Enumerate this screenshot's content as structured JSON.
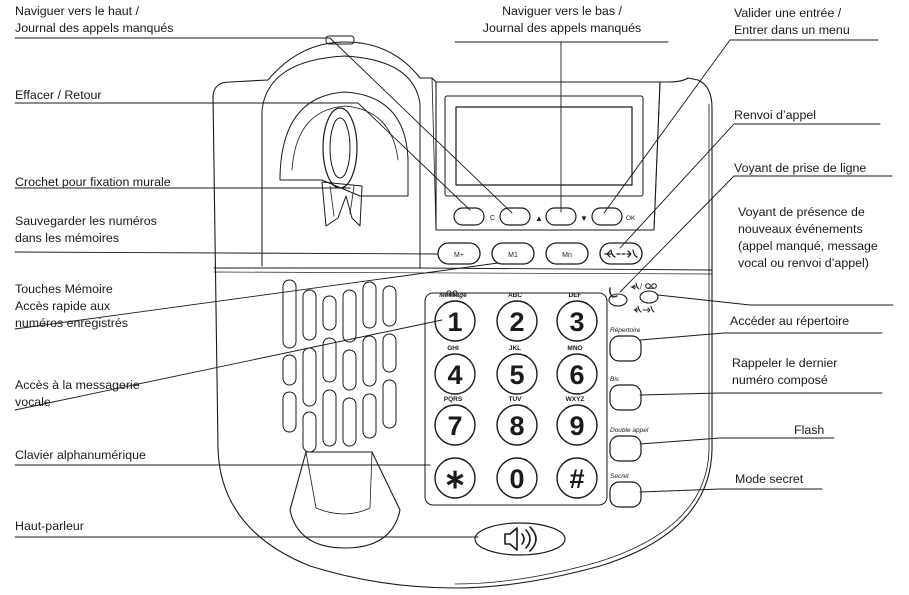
{
  "labels": {
    "nav_up": "Naviguer vers le haut /\nJournal des appels manqués",
    "nav_down": "Naviguer vers le bas /\nJournal des appels manqués",
    "validate": "Valider une entrée /\nEntrer dans un menu",
    "clear_back": "Effacer / Retour",
    "call_forward": "Renvoi d’appel",
    "wall_hook": "Crochet pour fixation murale",
    "line_led": "Voyant de prise de ligne",
    "save_memories": "Sauvegarder les numéros\ndans les mémoires",
    "events_led": "Voyant de présence de\nnouveaux événements\n(appel manqué, message\nvocal ou renvoi d’appel)",
    "memory_keys": "Touches Mémoire\nAccès rapide aux\nnuméros enregistrés",
    "directory": "Accéder au répertoire",
    "redial": "Rappeler le dernier\nnuméro composé",
    "voicemail": "Accès à la messagerie\nvocale",
    "flash": "Flash",
    "keypad": "Clavier alphanumérique",
    "mute": "Mode secret",
    "speaker": "Haut-parleur"
  },
  "phone": {
    "nav_keys": {
      "clear": "C",
      "ok": "OK",
      "up": "▲",
      "down": "▼"
    },
    "memory_keys": [
      "M+",
      "M1",
      "Mn"
    ],
    "keypad": [
      {
        "digit": "1",
        "letters": "Message"
      },
      {
        "digit": "2",
        "letters": "ABC"
      },
      {
        "digit": "3",
        "letters": "DEF"
      },
      {
        "digit": "4",
        "letters": "GHI"
      },
      {
        "digit": "5",
        "letters": "JKL"
      },
      {
        "digit": "6",
        "letters": "MNO"
      },
      {
        "digit": "7",
        "letters": "PQRS"
      },
      {
        "digit": "8",
        "letters": "TUV"
      },
      {
        "digit": "9",
        "letters": "WXYZ"
      },
      {
        "digit": "∗",
        "letters": ""
      },
      {
        "digit": "0",
        "letters": ""
      },
      {
        "digit": "#",
        "letters": ""
      }
    ],
    "function_keys": [
      "Répertoire",
      "Bis",
      "Double appel",
      "Secret"
    ],
    "icons": {
      "voicemail": "voicemail-icon",
      "handset": "handset-icon",
      "forward": "call-forward-icon",
      "speaker": "speaker-icon"
    }
  }
}
